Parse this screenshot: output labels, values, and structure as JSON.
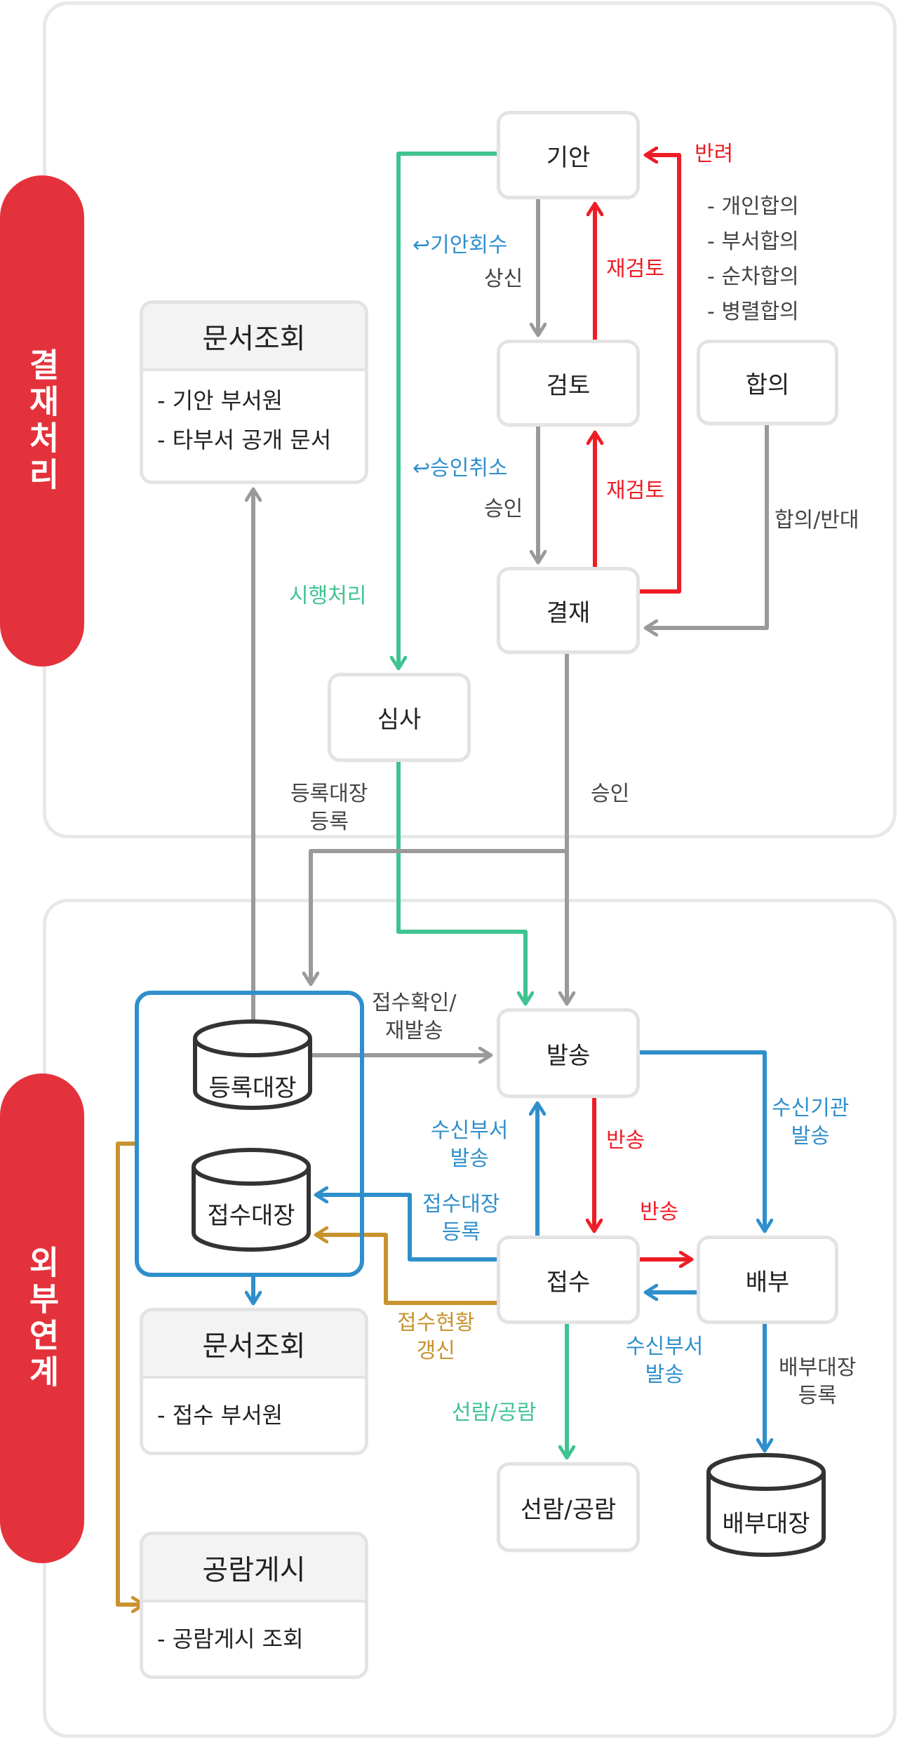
{
  "sections": {
    "top": "결재처리",
    "bottom": "외부연계"
  },
  "nodes": {
    "draft": "기안",
    "review": "검토",
    "approve": "결재",
    "consult": "합의",
    "audit": "심사",
    "send": "발송",
    "receive": "접수",
    "distribute": "배부",
    "read": "선람/공람"
  },
  "cylinders": {
    "register": "등록대장",
    "receipt_register": "접수대장",
    "distribute_register": "배부대장"
  },
  "cards": {
    "doc_query_top": {
      "title": "문서조회",
      "items": [
        "- 기안 부서원",
        "- 타부서 공개 문서"
      ]
    },
    "doc_query_bottom": {
      "title": "문서조회",
      "items": [
        "- 접수 부서원"
      ]
    },
    "public_board": {
      "title": "공람게시",
      "items": [
        "- 공람게시 조회"
      ]
    }
  },
  "consult_types": [
    "- 개인합의",
    "- 부서합의",
    "- 순차합의",
    "- 병렬합의"
  ],
  "labels": {
    "return": "반려",
    "recall_draft": "↩기안회수",
    "submit": "상신",
    "re_review_1": "재검토",
    "cancel_approval": "↩승인취소",
    "approval_1": "승인",
    "re_review_2": "재검토",
    "consult_result": "합의/반대",
    "execute": "시행처리",
    "register_line1": "등록대장",
    "register_line2": "등록",
    "approval_2": "승인",
    "confirm_line1": "접수확인/",
    "confirm_line2": "재발송",
    "recv_dept_send_line1": "수신부서",
    "recv_dept_send_line2": "발송",
    "return_send": "반송",
    "recv_org_send_line1": "수신기관",
    "recv_org_send_line2": "발송",
    "receipt_reg_line1": "접수대장",
    "receipt_reg_line2": "등록",
    "return_send_2": "반송",
    "receipt_update_line1": "접수현황",
    "receipt_update_line2": "갱신",
    "recv_dept_send2_line1": "수신부서",
    "recv_dept_send2_line2": "발송",
    "distribute_reg_line1": "배부대장",
    "distribute_reg_line2": "등록",
    "read_share": "선람/공람"
  },
  "colors": {
    "gray": "#9a9a9a",
    "red": "#ee1c25",
    "blue": "#2f8fcc",
    "green": "#3ec391",
    "gold": "#c8932f",
    "pill": "#e4323c",
    "box_border": "#e3e3e3",
    "panel_border": "#e6e8eb"
  }
}
